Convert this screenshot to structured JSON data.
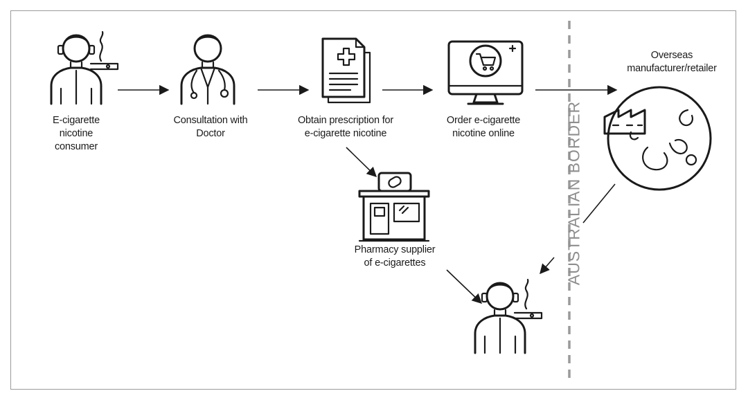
{
  "nodes": {
    "consumer": {
      "label_lines": [
        "E-cigarette",
        "nicotine",
        "consumer"
      ]
    },
    "doctor": {
      "label_lines": [
        "Consultation with",
        "Doctor"
      ]
    },
    "prescription": {
      "label_lines": [
        "Obtain prescription for",
        "e-cigarette nicotine"
      ]
    },
    "order": {
      "label_lines": [
        "Order e-cigarette",
        "nicotine online"
      ]
    },
    "overseas": {
      "label_lines": [
        "Overseas",
        "manufacturer/retailer"
      ]
    },
    "pharmacy": {
      "label_lines": [
        "Pharmacy supplier",
        "of e-cigarettes"
      ]
    }
  },
  "border": {
    "label": "AUSTRALIAN BORDER"
  },
  "icons": [
    "consumer-smoking-icon",
    "doctor-icon",
    "prescription-document-icon",
    "online-shopping-monitor-icon",
    "globe-factory-icon",
    "pharmacy-store-icon"
  ],
  "colors": {
    "ink": "#1a1a1a",
    "border_line": "#9a9a9a",
    "border_text": "#8e8e8e"
  }
}
